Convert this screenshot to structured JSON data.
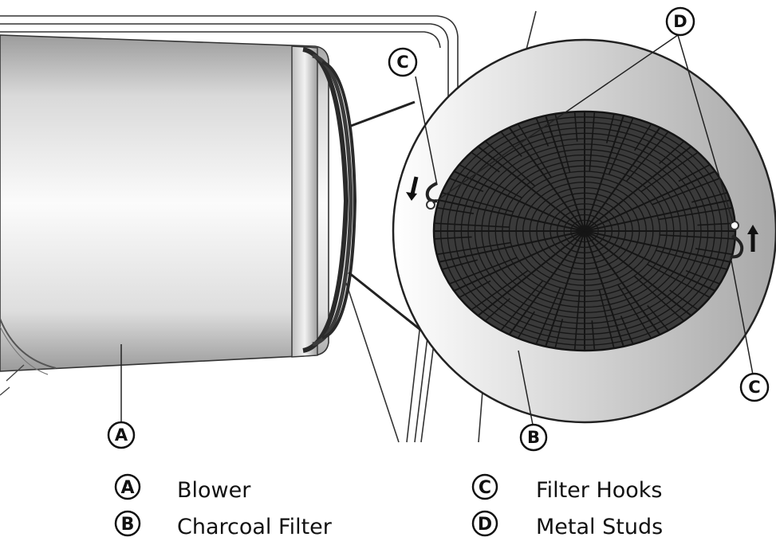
{
  "callouts": {
    "blower": "A",
    "filter": "B",
    "hook_left": "C",
    "hook_right": "C",
    "studs": "D"
  },
  "legend": {
    "a": {
      "letter": "A",
      "label": "Blower"
    },
    "b": {
      "letter": "B",
      "label": "Charcoal Filter"
    },
    "c": {
      "letter": "C",
      "label": "Filter Hooks"
    },
    "d": {
      "letter": "D",
      "label": "Metal Studs"
    }
  },
  "colors": {
    "line": "#222222",
    "filter": "#3a3a3a",
    "filter_lines": "#151515",
    "blower_light": "#fafafa",
    "blower_shade": "#a8a8a8",
    "ring": "#d6d6d6"
  }
}
